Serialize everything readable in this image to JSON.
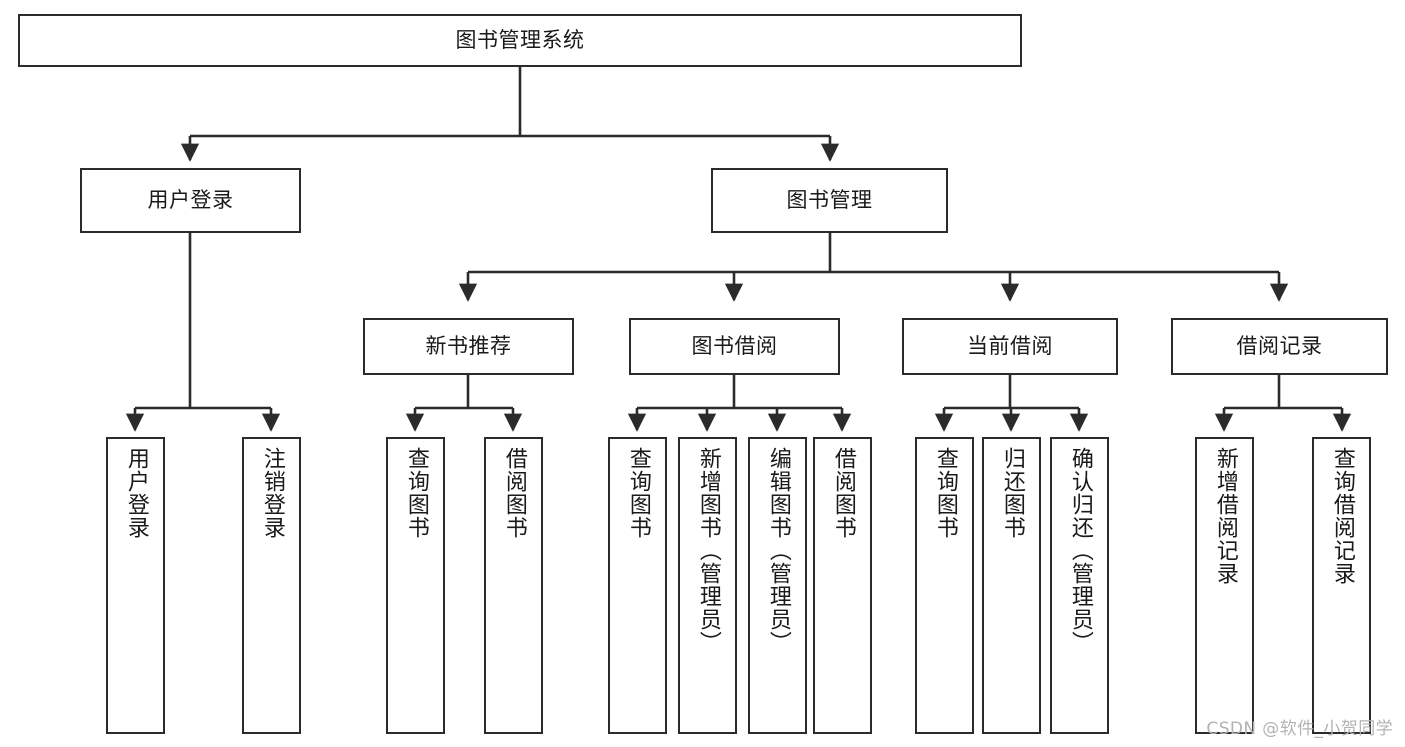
{
  "diagram": {
    "type": "tree",
    "title": "图书管理系统",
    "watermark": "CSDN @软件_小贺同学",
    "levels": {
      "root": {
        "label": "图书管理系统"
      },
      "level2": [
        {
          "label": "用户登录"
        },
        {
          "label": "图书管理"
        }
      ],
      "level3": [
        {
          "label": "新书推荐"
        },
        {
          "label": "图书借阅"
        },
        {
          "label": "当前借阅"
        },
        {
          "label": "借阅记录"
        }
      ],
      "leaves": [
        {
          "label": "用户登录",
          "parent": "用户登录"
        },
        {
          "label": "注销登录",
          "parent": "用户登录"
        },
        {
          "label": "查询图书",
          "parent": "新书推荐"
        },
        {
          "label": "借阅图书",
          "parent": "新书推荐"
        },
        {
          "label": "查询图书",
          "parent": "图书借阅"
        },
        {
          "label": "新增图书（管理员）",
          "parent": "图书借阅"
        },
        {
          "label": "编辑图书（管理员）",
          "parent": "图书借阅"
        },
        {
          "label": "借阅图书",
          "parent": "图书借阅"
        },
        {
          "label": "查询图书",
          "parent": "当前借阅"
        },
        {
          "label": "归还图书",
          "parent": "当前借阅"
        },
        {
          "label": "确认归还（管理员）",
          "parent": "当前借阅"
        },
        {
          "label": "新增借阅记录",
          "parent": "借阅记录"
        },
        {
          "label": "查询借阅记录",
          "parent": "借阅记录"
        }
      ]
    },
    "colors": {
      "stroke": "#2b2b2b",
      "fill": "#ffffff",
      "text": "#1a1a1a",
      "watermark": "#b3b3b3"
    }
  }
}
